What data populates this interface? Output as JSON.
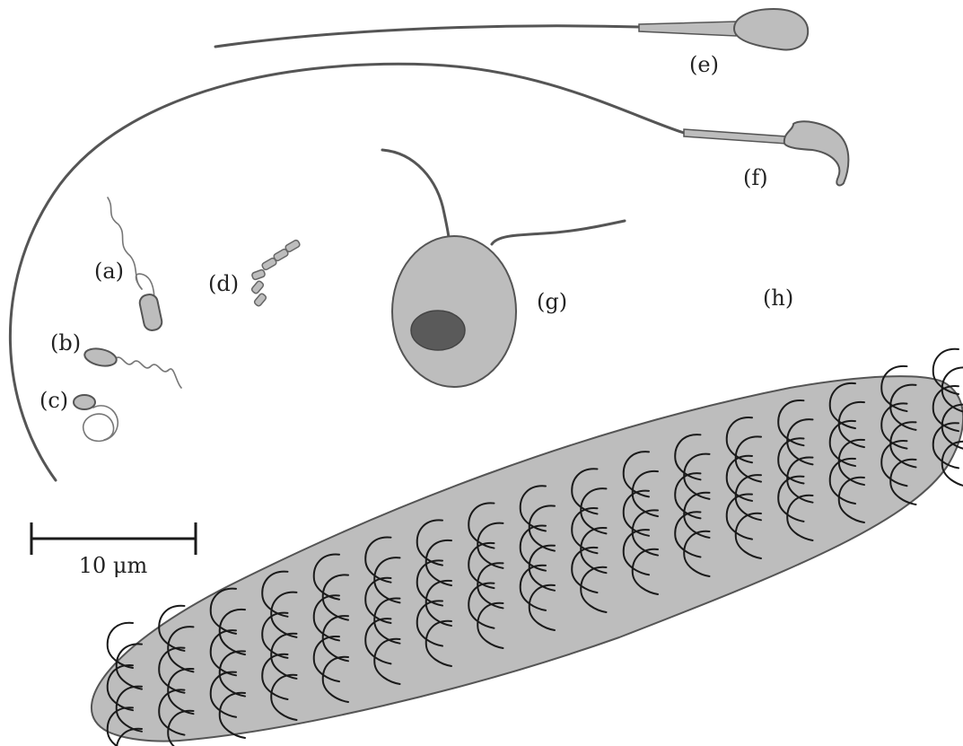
{
  "labels": {
    "a": "(a)",
    "b": "(b)",
    "c": "(c)",
    "d": "(d)",
    "e": "(e)",
    "f": "(f)",
    "g": "(g)",
    "h": "(h)"
  },
  "scale_bar": {
    "label": "10 μm"
  },
  "colors": {
    "cell_fill": "#bdbdbd",
    "nucleus_fill": "#5a5a5a",
    "outline": "#555555",
    "cilia": "#1a1a1a"
  }
}
